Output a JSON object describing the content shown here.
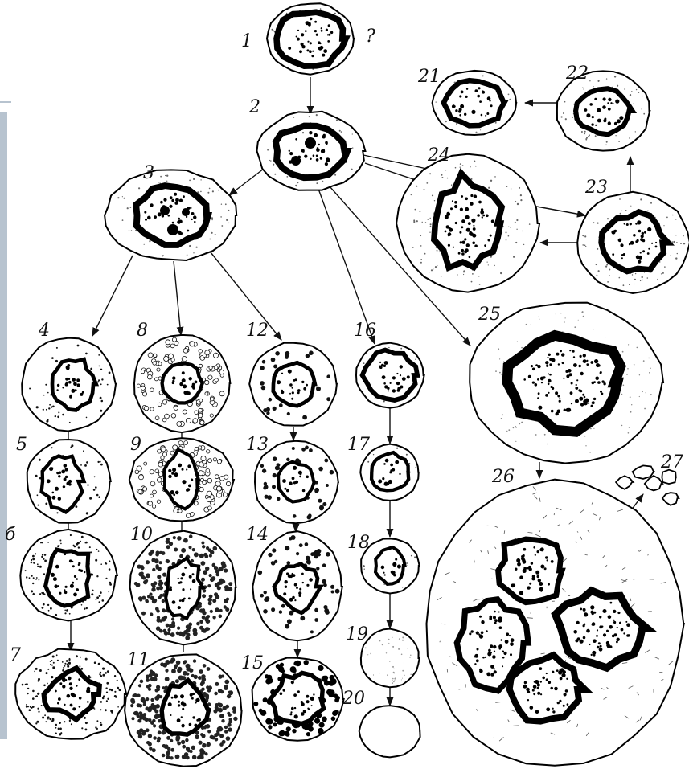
{
  "figure": {
    "cells": [
      {
        "id": "1",
        "label": "1"
      },
      {
        "id": "q",
        "label": "?"
      },
      {
        "id": "2",
        "label": "2"
      },
      {
        "id": "3",
        "label": "3"
      },
      {
        "id": "4",
        "label": "4"
      },
      {
        "id": "5",
        "label": "5"
      },
      {
        "id": "6",
        "label": "б"
      },
      {
        "id": "7",
        "label": "7"
      },
      {
        "id": "8",
        "label": "8"
      },
      {
        "id": "9",
        "label": "9"
      },
      {
        "id": "10",
        "label": "10"
      },
      {
        "id": "11",
        "label": "11"
      },
      {
        "id": "12",
        "label": "12"
      },
      {
        "id": "13",
        "label": "13"
      },
      {
        "id": "14",
        "label": "14"
      },
      {
        "id": "15",
        "label": "15"
      },
      {
        "id": "16",
        "label": "16"
      },
      {
        "id": "17",
        "label": "17"
      },
      {
        "id": "18",
        "label": "18"
      },
      {
        "id": "19",
        "label": "19"
      },
      {
        "id": "20",
        "label": "20"
      },
      {
        "id": "21",
        "label": "21"
      },
      {
        "id": "22",
        "label": "22"
      },
      {
        "id": "23",
        "label": "23"
      },
      {
        "id": "24",
        "label": "24"
      },
      {
        "id": "25",
        "label": "25"
      },
      {
        "id": "26",
        "label": "26"
      },
      {
        "id": "27",
        "label": "27"
      }
    ]
  }
}
